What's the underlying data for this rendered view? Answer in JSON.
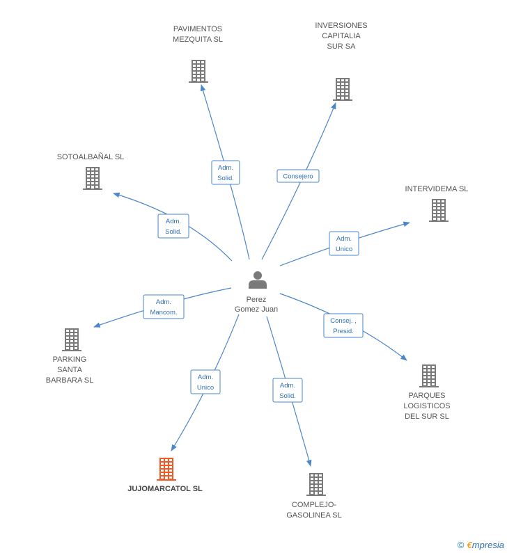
{
  "center": {
    "name_line1": "Perez",
    "name_line2": "Gomez Juan"
  },
  "companies": [
    {
      "id": "pavimentos",
      "lines": [
        "PAVIMENTOS",
        "MEZQUITA SL"
      ],
      "highlight": false
    },
    {
      "id": "inversiones",
      "lines": [
        "INVERSIONES",
        "CAPITALIA",
        "SUR SA"
      ],
      "highlight": false
    },
    {
      "id": "sotoalbanal",
      "lines": [
        "SOTOALBAÑAL SL"
      ],
      "highlight": false
    },
    {
      "id": "intervidema",
      "lines": [
        "INTERVIDEMA SL"
      ],
      "highlight": false
    },
    {
      "id": "parking",
      "lines": [
        "PARKING",
        "SANTA",
        "BARBARA SL"
      ],
      "highlight": false
    },
    {
      "id": "parques",
      "lines": [
        "PARQUES",
        "LOGISTICOS",
        "DEL SUR SL"
      ],
      "highlight": false
    },
    {
      "id": "jujomarcatol",
      "lines": [
        "JUJOMARCATOL SL"
      ],
      "highlight": true
    },
    {
      "id": "complejo",
      "lines": [
        "COMPLEJO-",
        "GASOLINEA SL"
      ],
      "highlight": false
    }
  ],
  "roles": {
    "pavimentos": [
      "Adm.",
      "Solid."
    ],
    "inversiones": [
      "Consejero"
    ],
    "sotoalbanal": [
      "Adm.",
      "Solid."
    ],
    "intervidema": [
      "Adm.",
      "Unico"
    ],
    "parking": [
      "Adm.",
      "Mancom."
    ],
    "parques": [
      "Consej. ,",
      "Presid."
    ],
    "jujomarcatol": [
      "Adm.",
      "Unico"
    ],
    "complejo": [
      "Adm.",
      "Solid."
    ]
  },
  "colors": {
    "building": "#7a7a7a",
    "building_highlight": "#f05a28",
    "person": "#7a7a7a",
    "edge": "#4a86c8"
  },
  "footer": {
    "copyright": "©",
    "brand_initial": "€",
    "brand_rest": "mpresia"
  }
}
